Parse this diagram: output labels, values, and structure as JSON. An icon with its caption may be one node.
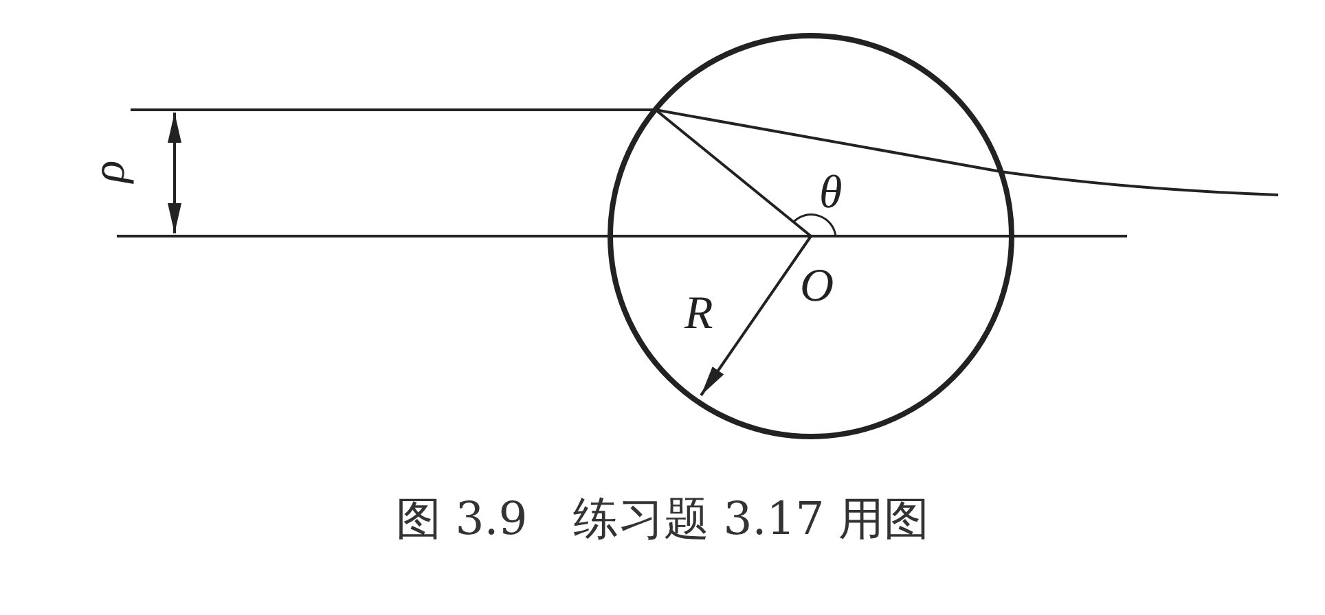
{
  "diagram": {
    "caption": "图 3.9　练习题 3.17 用图",
    "labels": [
      "ρ",
      "θ",
      "O",
      "R"
    ]
  }
}
